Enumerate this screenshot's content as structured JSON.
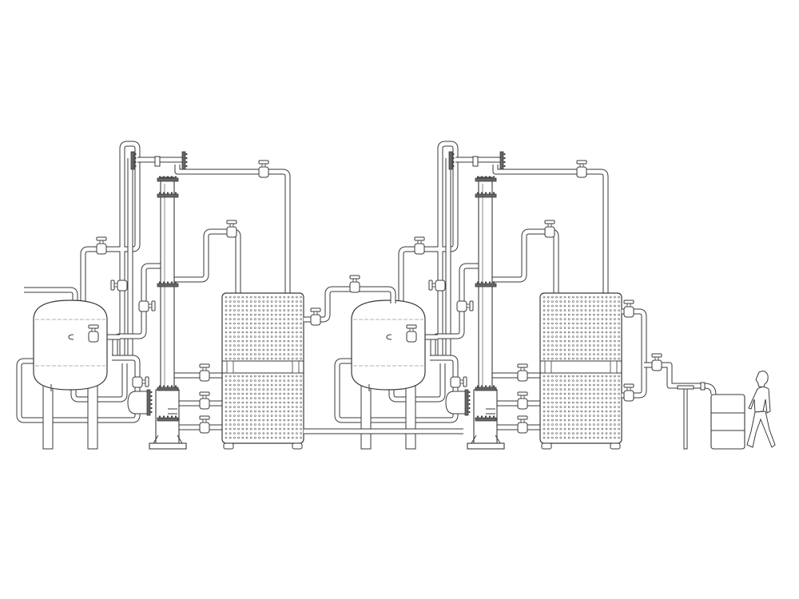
{
  "diagram": {
    "stroke": "#3a3a3a",
    "background": "#ffffff",
    "dot_color": "#555555",
    "process_units": 2,
    "elements": [
      "storage-tank",
      "column",
      "heat-exchanger-cabinet",
      "valves",
      "pipes",
      "drum",
      "operator"
    ]
  }
}
